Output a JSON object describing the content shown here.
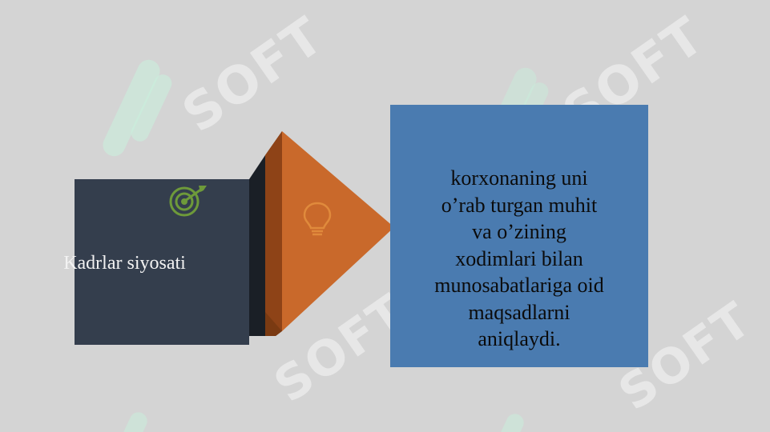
{
  "slide": {
    "left_label": "Kadrlar siyosati",
    "right_text": "korxonaning uni\no’rab turgan muhit\nva o’zining\nxodimlari bilan\nmunosabatlariga oid\nmaqsadlarni\naniqlaydi.",
    "icons": {
      "left": "target-icon",
      "middle": "lightbulb-icon"
    },
    "colors": {
      "background": "#d4d4d4",
      "left_box": "#343e4d",
      "arrow": "#c9692b",
      "right_box": "#4a7bb0",
      "target_icon": "#6e9a3a",
      "bulb_icon": "#e08a3c"
    }
  },
  "watermark": {
    "text": "SOFT"
  }
}
